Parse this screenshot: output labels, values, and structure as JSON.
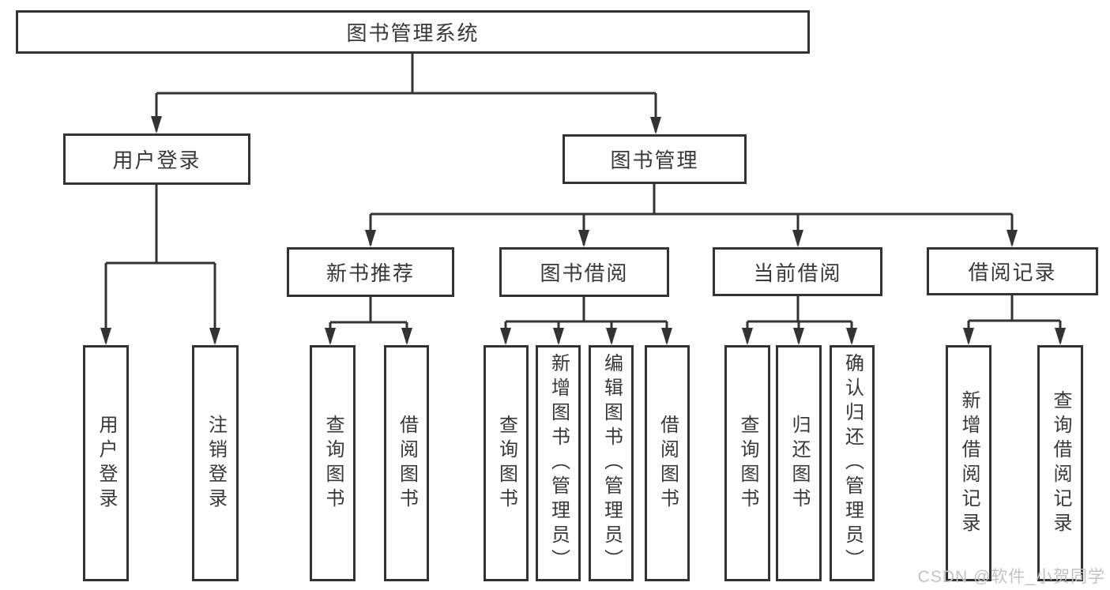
{
  "diagram": {
    "root": {
      "label": "图书管理系统"
    },
    "branches": {
      "user_login": {
        "label": "用户登录",
        "children": [
          {
            "label": "用户登录"
          },
          {
            "label": "注销登录"
          }
        ]
      },
      "book_management": {
        "label": "图书管理",
        "sections": [
          {
            "label": "新书推荐",
            "children": [
              {
                "label": "查询图书"
              },
              {
                "label": "借阅图书"
              }
            ]
          },
          {
            "label": "图书借阅",
            "children": [
              {
                "label": "查询图书"
              },
              {
                "label": "新增图书（管理员）"
              },
              {
                "label": "编辑图书（管理员）"
              },
              {
                "label": "借阅图书"
              }
            ]
          },
          {
            "label": "当前借阅",
            "children": [
              {
                "label": "查询图书"
              },
              {
                "label": "归还图书"
              },
              {
                "label": "确认归还（管理员）"
              }
            ]
          },
          {
            "label": "借阅记录",
            "children": [
              {
                "label": "新增借阅记录"
              },
              {
                "label": "查询借阅记录"
              }
            ]
          }
        ]
      }
    }
  },
  "watermark": {
    "label": "CSDN @软件_小贺同学"
  },
  "colors": {
    "line": "#333333",
    "text": "#383838",
    "watermark": "#c2c2c2",
    "background": "#ffffff"
  }
}
